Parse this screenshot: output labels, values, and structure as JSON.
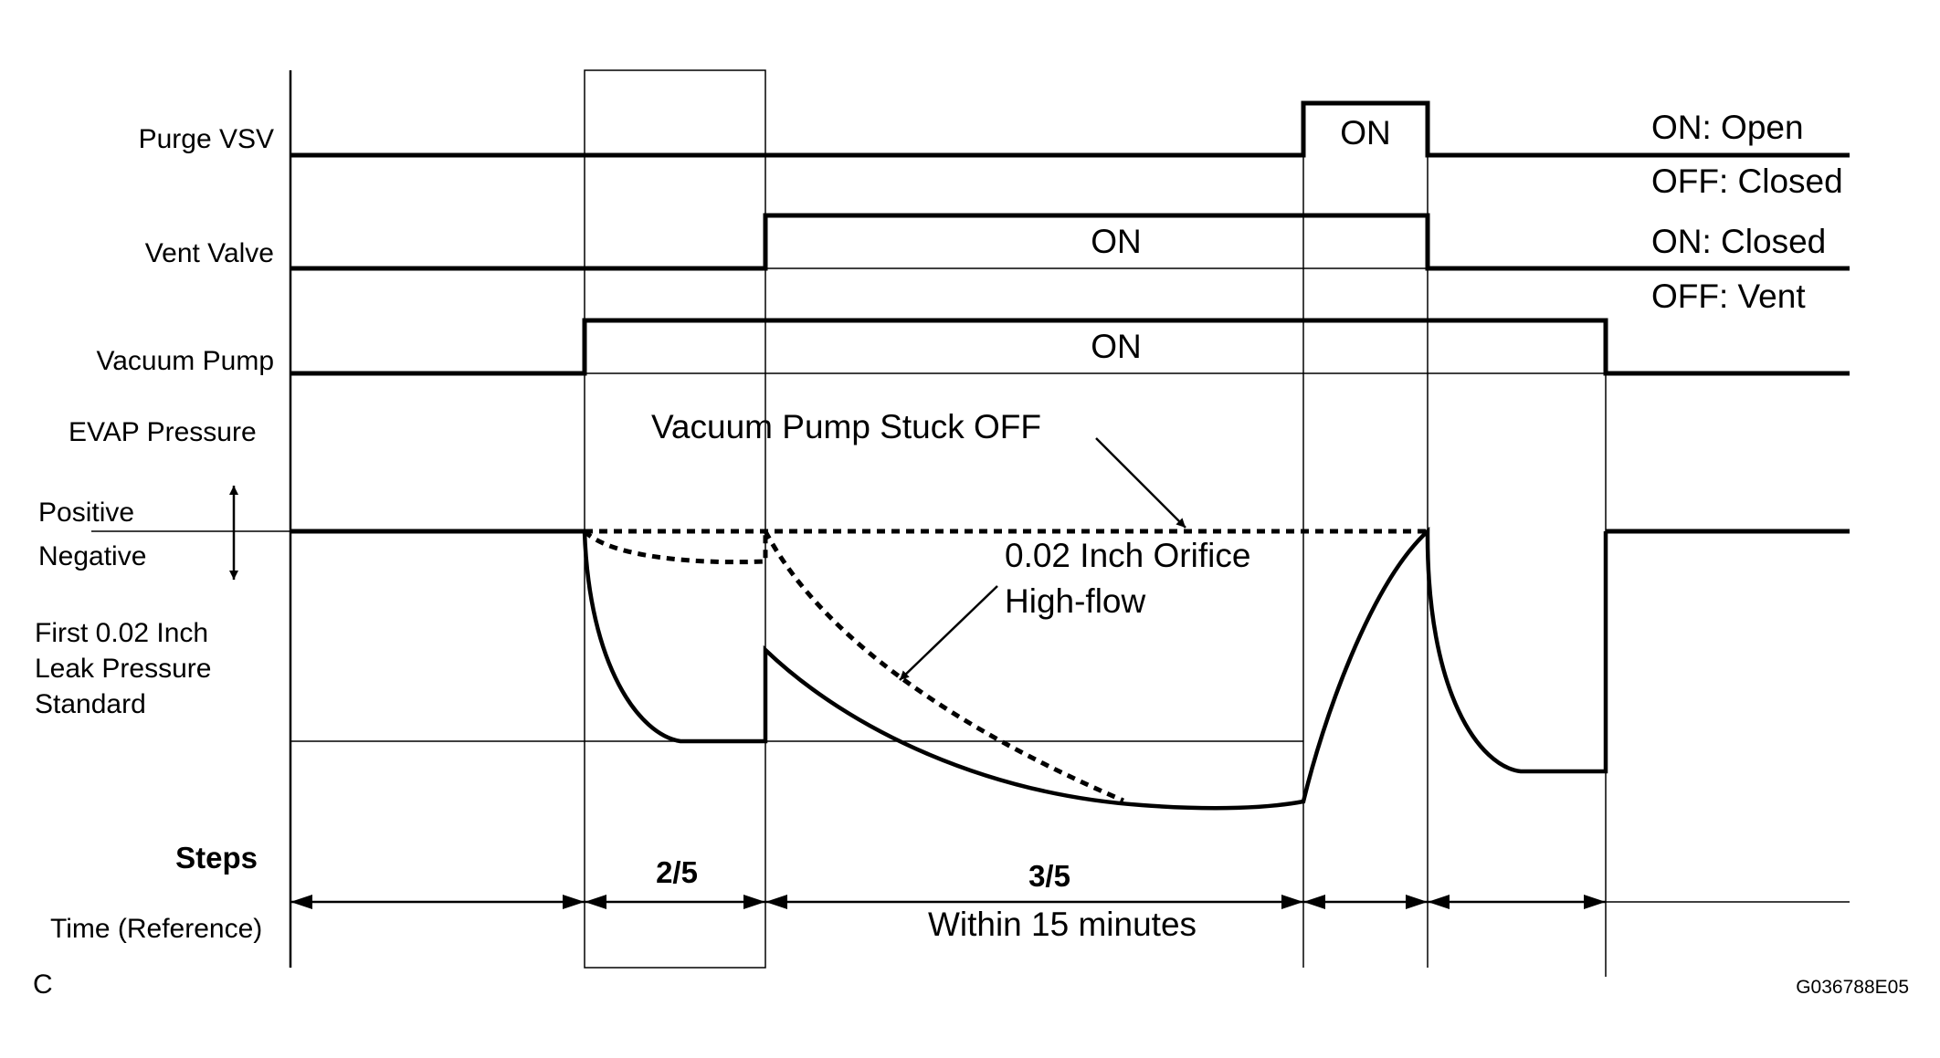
{
  "signals": {
    "purge_vsv": "Purge VSV",
    "vent_valve": "Vent Valve",
    "vacuum_pump": "Vacuum Pump",
    "evap_pressure": "EVAP Pressure"
  },
  "pressure": {
    "positive": "Positive",
    "negative": "Negative",
    "standard_lines": [
      "First 0.02 Inch",
      "Leak Pressure",
      "Standard"
    ]
  },
  "states": {
    "purge_on": "ON",
    "vent_on": "ON",
    "pump_on": "ON"
  },
  "legend": {
    "purge_on": "ON: Open",
    "purge_off": "OFF: Closed",
    "vent_on": "ON: Closed",
    "vent_off": "OFF: Vent"
  },
  "annotations": {
    "stuck_off": "Vacuum Pump Stuck OFF",
    "orifice_line1": "0.02 Inch Orifice",
    "orifice_line2": "High-flow"
  },
  "steps": {
    "label": "Steps",
    "step_2": "2/5",
    "step_3": "3/5"
  },
  "time": {
    "label": "Time (Reference)",
    "window": "Within 15 minutes"
  },
  "corner_letter": "C",
  "figure_code": "G036788E05"
}
